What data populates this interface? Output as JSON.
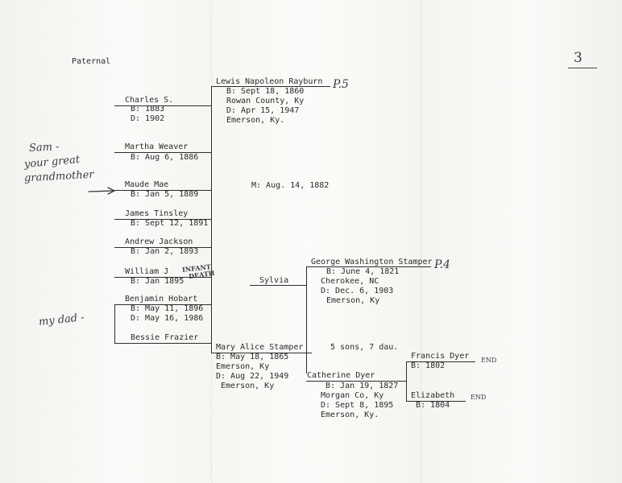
{
  "header": {
    "side": "Paternal",
    "page_number": "3"
  },
  "children": [
    {
      "name": "Charles S.",
      "born": "B: 1883",
      "died": "D: 1902"
    },
    {
      "name": "Martha Weaver",
      "born": "B: Aug 6, 1886"
    },
    {
      "name": "Maude Mae",
      "born": "B: Jan 5, 1889"
    },
    {
      "name": "James Tinsley",
      "born": "B: Sept 12, 1891"
    },
    {
      "name": "Andrew Jackson",
      "born": "B: Jan 2, 1893"
    },
    {
      "name": "William J",
      "born": "B: Jan 1895"
    },
    {
      "name": "Benjamin Hobart",
      "born": "B: May 11, 1896",
      "died": "D: May 16, 1986",
      "spouse": "Bessie Frazier"
    }
  ],
  "father": {
    "name": "Lewis Napoleon Rayburn",
    "born": "B: Sept 18, 1860",
    "born_place": "Rowan County, Ky",
    "died": "D: Apr 15, 1947",
    "died_place": "Emerson, Ky.",
    "page_ref": "P.5"
  },
  "marriage": "M: Aug. 14, 1882",
  "mother": {
    "name": "Mary Alice Stamper",
    "born": "B: May 18, 1865",
    "born_place": "Emerson, Ky",
    "died": "D: Aug 22, 1949",
    "died_place": "Emerson, Ky"
  },
  "sibling_note": "Sylvia",
  "children_count": "5 sons, 7 dau.",
  "maternal_grandfather": {
    "name": "George Washington Stamper",
    "born": "B: June 4, 1821",
    "born_place": "Cherokee, NC",
    "died": "D: Dec. 6, 1903",
    "died_place": "Emerson, Ky",
    "page_ref": "P.4"
  },
  "maternal_grandmother": {
    "name": "Catherine Dyer",
    "born": "B: Jan 19, 1827",
    "born_place": "Morgan Co, Ky",
    "died": "D: Sept 8, 1895",
    "died_place": "Emerson, Ky."
  },
  "great_grandfather": {
    "name": "Francis Dyer",
    "born": "B: 1802",
    "note": "END"
  },
  "great_grandmother": {
    "name": "Elizabeth",
    "born": "B: 1804",
    "note": "END"
  },
  "annotations": {
    "grandmother_note": [
      "Sam -",
      "your great",
      "grandmother"
    ],
    "infant_death": [
      "INFANT",
      "DEATH"
    ],
    "my_dad": "my dad -"
  }
}
